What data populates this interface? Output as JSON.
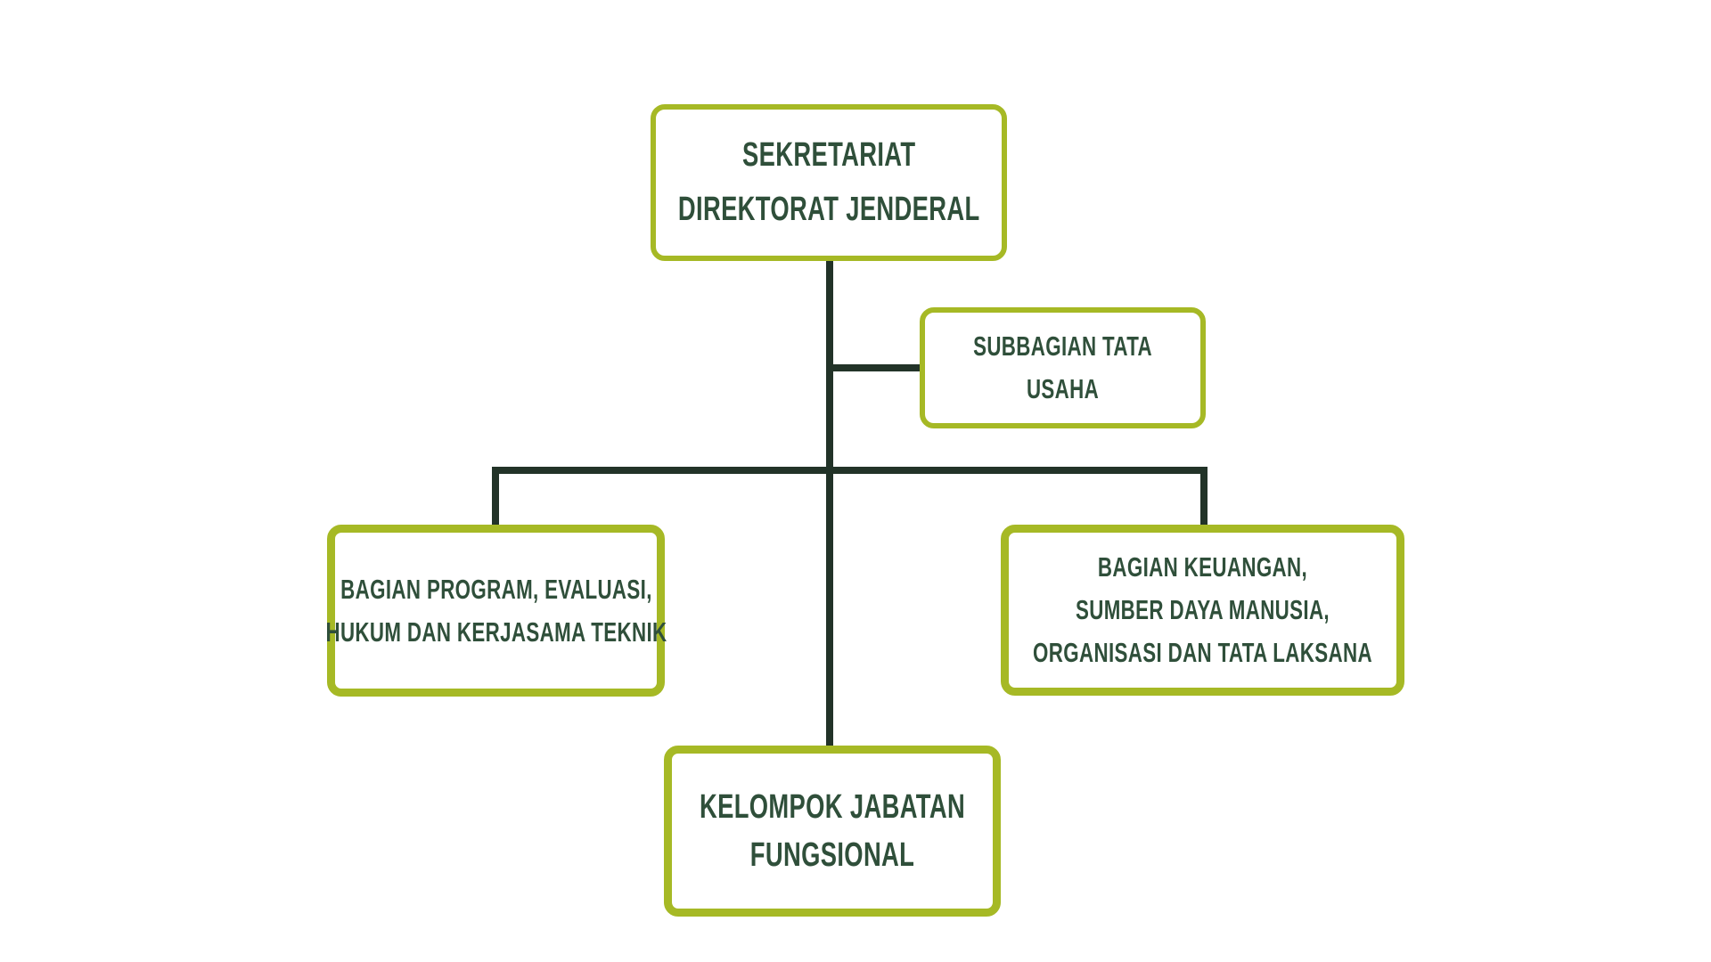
{
  "diagram": {
    "type": "organization-chart",
    "colors": {
      "box_border": "#a6b925",
      "text": "#2f4f3a",
      "connector": "#223328",
      "background": "#ffffff"
    },
    "nodes": {
      "root": {
        "lines": [
          "SEKRETARIAT",
          "DIREKTORAT JENDERAL"
        ]
      },
      "staff": {
        "lines": [
          "SUBBAGIAN TATA",
          "USAHA"
        ]
      },
      "left": {
        "lines": [
          "BAGIAN PROGRAM, EVALUASI,",
          "HUKUM DAN KERJASAMA TEKNIK"
        ]
      },
      "right": {
        "lines": [
          "BAGIAN KEUANGAN,",
          "SUMBER DAYA MANUSIA,",
          "ORGANISASI DAN TATA LAKSANA"
        ]
      },
      "bottom": {
        "lines": [
          "KELOMPOK JABATAN",
          "FUNGSIONAL"
        ]
      }
    },
    "edges": [
      {
        "from": "root",
        "to": "staff",
        "kind": "staff-branch"
      },
      {
        "from": "root",
        "to": "left"
      },
      {
        "from": "root",
        "to": "right"
      },
      {
        "from": "root",
        "to": "bottom"
      }
    ]
  }
}
